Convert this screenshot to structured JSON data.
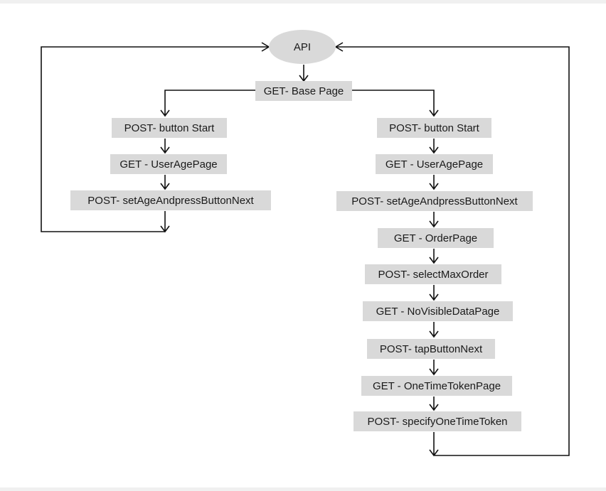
{
  "diagram": {
    "api_label": "API",
    "base_label": "GET- Base Page",
    "left_steps": [
      "POST- button Start",
      "GET - UserAgePage",
      "POST- setAgeAndpressButtonNext"
    ],
    "right_steps": [
      "POST- button Start",
      "GET - UserAgePage",
      "POST- setAgeAndpressButtonNext",
      "GET - OrderPage",
      "POST- selectMaxOrder",
      "GET - NoVisibleDataPage",
      "POST- tapButtonNext",
      "GET - OneTimeTokenPage",
      "POST- specifyOneTimeToken"
    ]
  }
}
